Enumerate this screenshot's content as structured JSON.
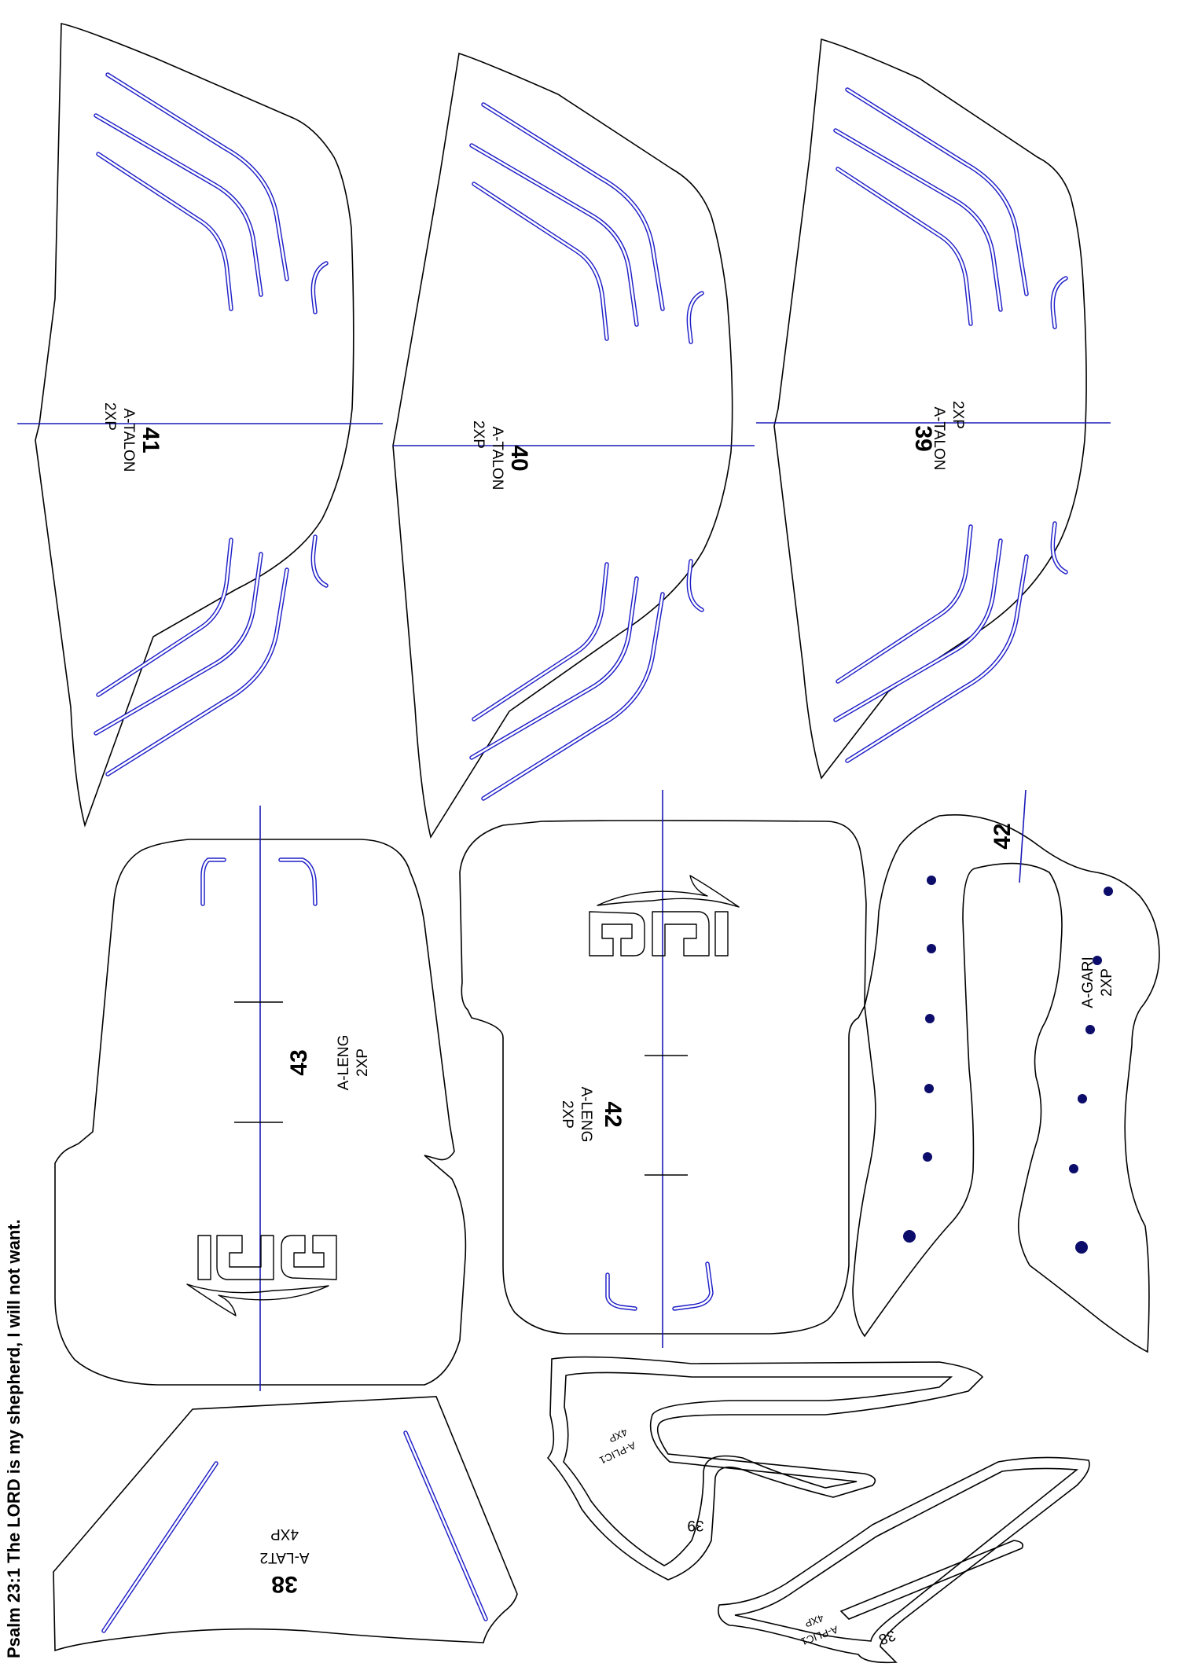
{
  "verse": "Psalm 23:1 The LORD is my shepherd, I will not want.",
  "colors": {
    "outline": "#000000",
    "guide": "#1f1fc8",
    "hole": "#0c0c6a",
    "background": "#ffffff"
  },
  "pieces": [
    {
      "id": "41",
      "number": "41",
      "name": "A-TALON",
      "qty": "2XP"
    },
    {
      "id": "40",
      "number": "40",
      "name": "A-TALON",
      "qty": "2XP"
    },
    {
      "id": "39",
      "number": "39",
      "name": "A-TALON",
      "qty": "2XP"
    },
    {
      "id": "43",
      "number": "43",
      "name": "A-LENG",
      "qty": "2XP"
    },
    {
      "id": "42a",
      "number": "42",
      "name": "A-LENG",
      "qty": "2XP"
    },
    {
      "id": "42b",
      "number": "42",
      "name": "A-GARI",
      "qty": "2XP"
    },
    {
      "id": "38a",
      "number": "38",
      "name": "A-LAT2",
      "qty": "4XP"
    },
    {
      "id": "39b",
      "number": "39",
      "name": "A-PLIC1",
      "qty": "4XP"
    },
    {
      "id": "38b",
      "number": "38",
      "name": "A-PLIC1",
      "qty": "4XP"
    }
  ]
}
